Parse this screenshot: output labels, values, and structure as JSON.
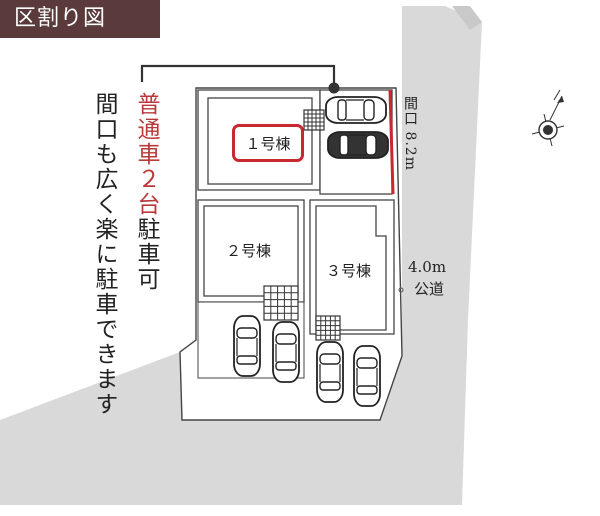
{
  "header": {
    "title": "区割り図"
  },
  "callout": {
    "highlight": "普通車２台",
    "line1_rest": "駐車可",
    "line2": "間口も広く楽に駐車できます"
  },
  "lots": [
    {
      "name": "１号棟",
      "highlighted": true
    },
    {
      "name": "２号棟",
      "highlighted": false
    },
    {
      "name": "３号棟",
      "highlighted": false
    }
  ],
  "frontage": {
    "label": "間口 8.2m"
  },
  "road": {
    "width": "4.0m",
    "type": "公道"
  },
  "colors": {
    "accent": "#c8282f",
    "header_bg": "#5a3a3a",
    "gray": "#d9d9d9",
    "line": "#333333"
  },
  "icons": [
    "compass-north-icon",
    "car-icon",
    "meter-box-icon"
  ]
}
